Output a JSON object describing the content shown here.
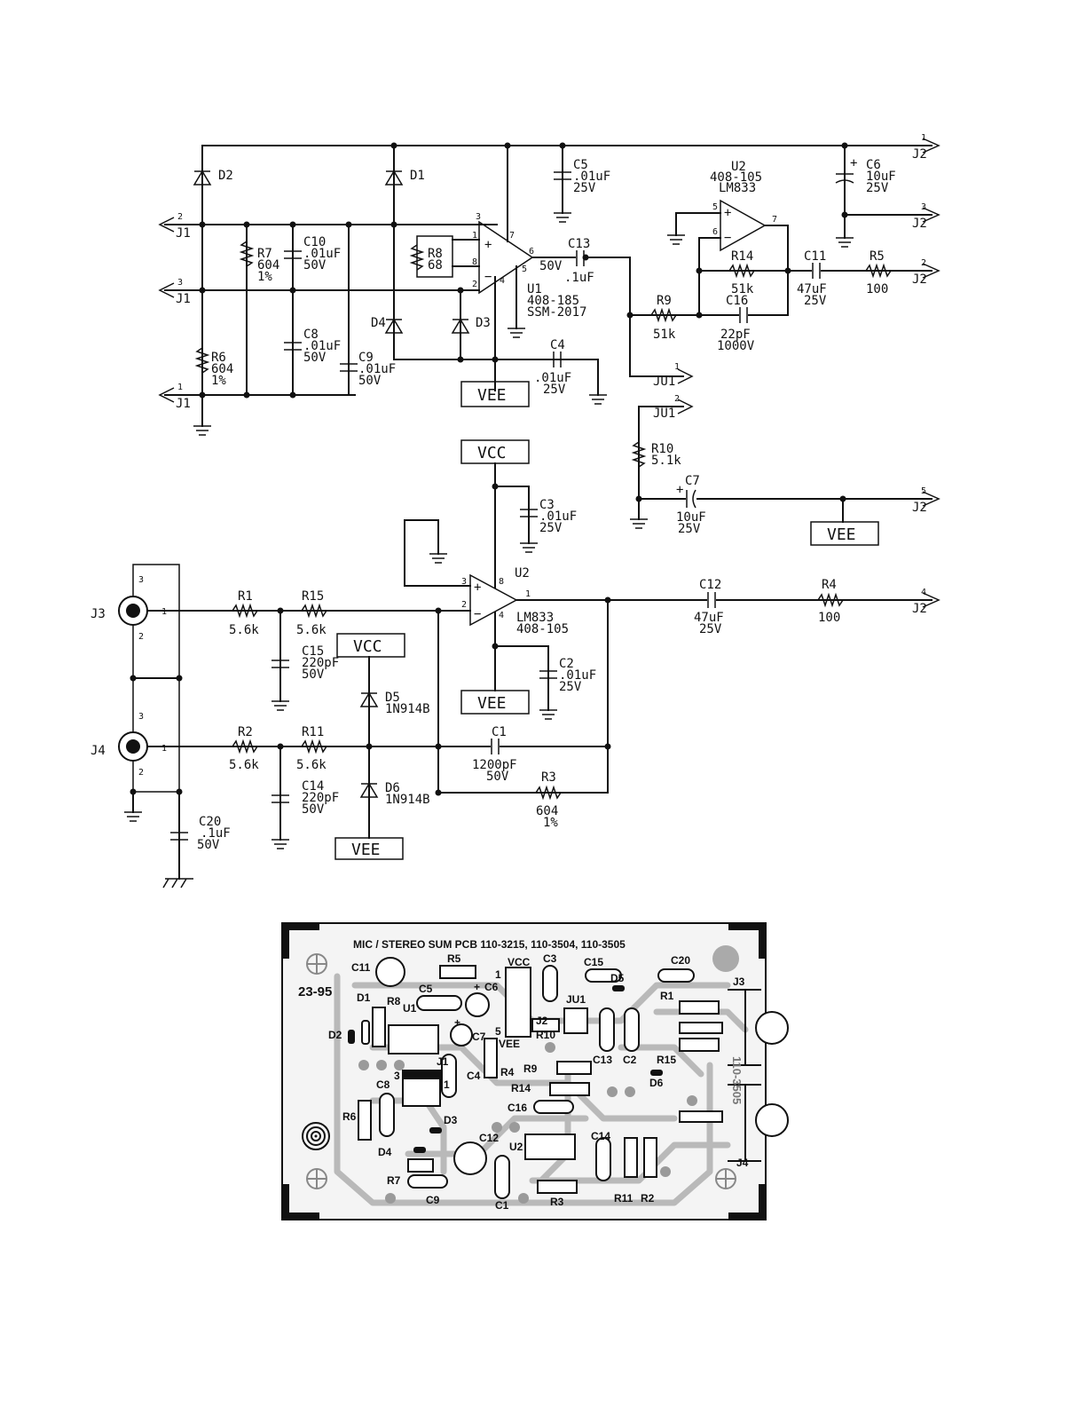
{
  "schematic": {
    "connectors": {
      "j1_pin2": {
        "pin": "2",
        "name": "J1"
      },
      "j1_pin3": {
        "pin": "3",
        "name": "J1"
      },
      "j1_pin1": {
        "pin": "1",
        "name": "J1"
      },
      "j2_pin1": {
        "pin": "1",
        "name": "J2"
      },
      "j2_pin3": {
        "pin": "3",
        "name": "J2"
      },
      "j2_pin2": {
        "pin": "2",
        "name": "J2"
      },
      "j2_pin5": {
        "pin": "5",
        "name": "J2"
      },
      "j2_pin4": {
        "pin": "4",
        "name": "J2"
      },
      "ju1_pin1": {
        "pin": "1",
        "name": "JU1"
      },
      "ju1_pin2": {
        "pin": "2",
        "name": "JU1"
      },
      "j3": {
        "name": "J3",
        "pins": [
          "3",
          "1",
          "2"
        ]
      },
      "j4": {
        "name": "J4",
        "pins": [
          "3",
          "1",
          "2"
        ]
      }
    },
    "components": {
      "d2": {
        "ref": "D2"
      },
      "d1": {
        "ref": "D1"
      },
      "d3": {
        "ref": "D3"
      },
      "d4": {
        "ref": "D4"
      },
      "d5": {
        "ref": "D5",
        "value": "1N914B"
      },
      "d6": {
        "ref": "D6",
        "value": "1N914B"
      },
      "r7": {
        "ref": "R7",
        "value": "604",
        "tol": "1%"
      },
      "r6": {
        "ref": "R6",
        "value": "604",
        "tol": "1%"
      },
      "r8": {
        "ref": "R8",
        "value": "68"
      },
      "c10": {
        "ref": "C10",
        "value": ".01uF",
        "volt": "50V"
      },
      "c8": {
        "ref": "C8",
        "value": ".01uF",
        "volt": "50V"
      },
      "c9": {
        "ref": "C9",
        "value": ".01uF",
        "volt": "50V"
      },
      "c5": {
        "ref": "C5",
        "value": ".01uF",
        "volt": "25V"
      },
      "c4": {
        "ref": "C4",
        "value": ".01uF",
        "volt": "25V"
      },
      "c13": {
        "ref": "C13",
        "volt": "50V",
        "value": ".1uF"
      },
      "u1": {
        "ref": "U1",
        "part": "408-185",
        "type": "SSM-2017"
      },
      "u2a": {
        "ref": "U2",
        "part": "408-105",
        "type": "LM833"
      },
      "u2b": {
        "ref": "U2",
        "type": "LM833",
        "part": "408-105"
      },
      "c6": {
        "ref": "C6",
        "value": "10uF",
        "volt": "25V"
      },
      "r14": {
        "ref": "R14",
        "value": "51k"
      },
      "c16": {
        "ref": "C16",
        "value": "22pF",
        "volt": "1000V"
      },
      "c11": {
        "ref": "C11",
        "value": "47uF",
        "volt": "25V"
      },
      "r5": {
        "ref": "R5",
        "value": "100"
      },
      "r9": {
        "ref": "R9",
        "value": "51k"
      },
      "r10": {
        "ref": "R10",
        "value": "5.1k"
      },
      "c7": {
        "ref": "C7",
        "value": "10uF",
        "volt": "25V"
      },
      "c3": {
        "ref": "C3",
        "value": ".01uF",
        "volt": "25V"
      },
      "c2": {
        "ref": "C2",
        "value": ".01uF",
        "volt": "25V"
      },
      "c12": {
        "ref": "C12",
        "value": "47uF",
        "volt": "25V"
      },
      "r4": {
        "ref": "R4",
        "value": "100"
      },
      "r1": {
        "ref": "R1",
        "value": "5.6k"
      },
      "r15": {
        "ref": "R15",
        "value": "5.6k"
      },
      "r2": {
        "ref": "R2",
        "value": "5.6k"
      },
      "r11": {
        "ref": "R11",
        "value": "5.6k"
      },
      "c15": {
        "ref": "C15",
        "value": "220pF",
        "volt": "50V"
      },
      "c14": {
        "ref": "C14",
        "value": "220pF",
        "volt": "50V"
      },
      "c1": {
        "ref": "C1",
        "value": "1200pF",
        "volt": "50V"
      },
      "r3": {
        "ref": "R3",
        "value": "604",
        "tol": "1%"
      },
      "c20": {
        "ref": "C20",
        "value": ".1uF",
        "volt": "50V"
      }
    },
    "rails": {
      "vee": "VEE",
      "vcc": "VCC"
    },
    "pins": {
      "u1": [
        "3",
        "1",
        "8",
        "2",
        "7",
        "6",
        "5",
        "4"
      ],
      "u2a": [
        "5",
        "6",
        "7"
      ],
      "u2b": [
        "3",
        "2",
        "8",
        "1",
        "4"
      ]
    },
    "opamp_signs": {
      "plus": "+",
      "minus": "−"
    }
  },
  "pcb": {
    "title": "MIC / STEREO SUM PCB 110-3215, 110-3504, 110-3505",
    "date_code": "23-95",
    "mirror_text": "110-3505",
    "labels": [
      "C11",
      "R5",
      "VCC",
      "C3",
      "C15",
      "C20",
      "D1",
      "R8",
      "U1",
      "C5",
      "C6",
      "D5",
      "R1",
      "J3",
      "D2",
      "C7",
      "JU1",
      "J2",
      "R10",
      "VEE",
      "J1",
      "R9",
      "C13",
      "C2",
      "R15",
      "C4",
      "R4",
      "D6",
      "C8",
      "R14",
      "C16",
      "R6",
      "D3",
      "C12",
      "C14",
      "U2",
      "J4",
      "D4",
      "R7",
      "C9",
      "C1",
      "R3",
      "R11",
      "R2"
    ],
    "pin_marks": {
      "one": "1",
      "five": "5",
      "three": "3",
      "plus": "+"
    }
  }
}
